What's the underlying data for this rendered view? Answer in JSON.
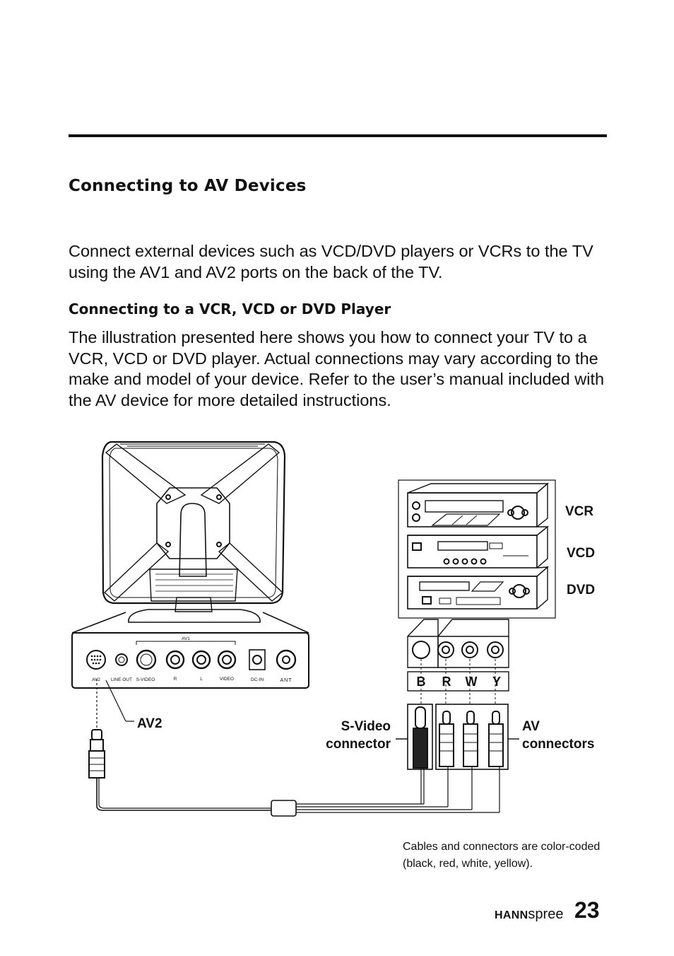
{
  "section_title": "Connecting to AV Devices",
  "intro": "Connect external devices such as VCD/DVD players or VCRs to the TV using the AV1 and AV2 ports on the back of the TV.",
  "subsection_title": "Connecting to a VCR, VCD or DVD Player",
  "body": "The illustration presented here shows you how to connect your TV to a VCR, VCD or DVD player. Actual connections may vary according to the make and model of your device. Refer to the user’s manual included with the AV device for more detailed instructions.",
  "diagram": {
    "tv_panel": {
      "group_label": "AV1",
      "ports": [
        "AV2",
        "LINE OUT",
        "S-VIDEO",
        "R",
        "L",
        "VIDEO",
        "DC-IN",
        "ANT"
      ]
    },
    "devices": [
      "VCR",
      "VCD",
      "DVD"
    ],
    "color_codes": [
      "B",
      "R",
      "W",
      "Y"
    ],
    "callouts": {
      "av2": "AV2",
      "svideo_line1": "S-Video",
      "svideo_line2": "connector",
      "av_line1": "AV",
      "av_line2": "connectors"
    }
  },
  "caption": "Cables and connectors are color-coded (black, red, white, yellow).",
  "footer": {
    "brand_bold": "HANN",
    "brand_light": "spree",
    "page_number": "23"
  }
}
